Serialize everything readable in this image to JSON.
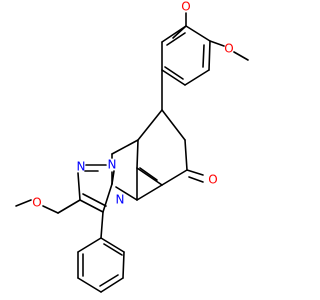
{
  "molecule": {
    "atoms": {
      "o_methoxy_top": "O",
      "o_methoxy_side": "O",
      "o_methoxymethyl": "O",
      "n_pyrazole_1": "N",
      "n_pyrazole_2": "N",
      "n_pyrimidine": "N",
      "o_ketone": "O"
    },
    "colors": {
      "bond": "#000000",
      "oxygen": "#ff0000",
      "nitrogen": "#0000ff"
    }
  }
}
